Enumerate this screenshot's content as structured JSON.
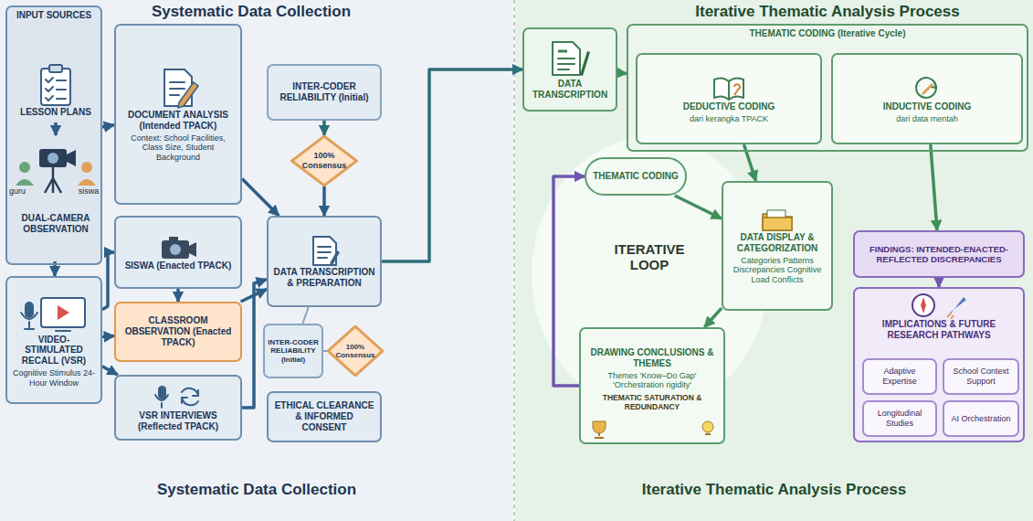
{
  "diagram": {
    "nodes": [
      {
        "text": [
          "INPUT SOURCES"
        ]
      },
      {
        "text": [
          "LESSON PLANS"
        ],
        "in": 0
      },
      {
        "text": [
          "DUAL-CAMERA OBSERVATION"
        ],
        "in": 0
      },
      {
        "text": [
          "VIDEO-STIMULATED RECALL (VSR)",
          "Cognitive Stimulus 24-Hour Window"
        ]
      },
      {
        "text": [
          "DOCUMENT ANALYSIS (Intended TPACK)",
          "Context: School Facilities, Class Size, Student Background"
        ]
      },
      {
        "text": [
          "SISWA (Enacted TPACK)"
        ]
      },
      {
        "text": [
          "CLASSROOM OBSERVATION (Enacted TPACK)"
        ]
      },
      {
        "text": [
          "VSR INTERVIEWS (Reflected TPACK)"
        ]
      },
      {
        "text": [
          "INTER-CODER RELIABILITY (Initial)"
        ]
      },
      {
        "text": [
          "100% Consensus"
        ]
      },
      {
        "text": [
          "DATA TRANSCRIPTION & PREPARATION"
        ]
      },
      {
        "text": [
          "INTER-CODER RELIABILITY (Initial)"
        ]
      },
      {
        "text": [
          "100% Consensus"
        ]
      },
      {
        "text": [
          "ETHICAL CLEARANCE & INFORMED CONSENT"
        ]
      },
      {
        "text": [
          "DATA TRANSCRIPTION"
        ]
      },
      {
        "text": [
          "THEMATIC CODING (Iterative Cycle)"
        ]
      },
      {
        "text": [
          "DEDUCTIVE CODING",
          "dari kerangka TPACK"
        ],
        "in": 15
      },
      {
        "text": [
          "INDUCTIVE CODING",
          "dari data mentah"
        ],
        "in": 15
      },
      {
        "text": [
          "THEMATIC CODING"
        ]
      },
      {
        "text": [
          "DATA DISPLAY & CATEGORIZATION",
          "Categories Patterns Discrepancies Cognitive Load Conflicts"
        ]
      },
      {
        "text": [
          "DRAWING CONCLUSIONS & THEMES",
          "Themes 'Know–Do Gap' 'Orchestration rigidity'",
          "THEMATIC SATURATION & REDUNDANCY"
        ]
      },
      {
        "text": [
          "FINDINGS: INTENDED-ENACTED-REFLECTED DISCREPANCIES"
        ]
      },
      {
        "text": [
          "IMPLICATIONS & FUTURE RESEARCH PATHWAYS"
        ]
      },
      {
        "text": [
          "Adaptive Expertise"
        ],
        "in": 22
      },
      {
        "text": [
          "School Context Support"
        ],
        "in": 22
      },
      {
        "text": [
          "Longitudinal Studies"
        ],
        "in": 22
      },
      {
        "text": [
          "AI Orchestration"
        ],
        "in": 22
      }
    ],
    "edges": [
      {
        "from": 0,
        "to": 4,
        "arrow": "to"
      },
      {
        "from": 1,
        "to": 2,
        "arrow": "to"
      },
      {
        "from": 2,
        "to": 3,
        "arrow": "to"
      },
      {
        "from": 3,
        "to": 5,
        "arrow": "to"
      },
      {
        "from": 3,
        "to": 6,
        "arrow": "to"
      },
      {
        "from": 3,
        "to": 7,
        "arrow": "to"
      },
      {
        "from": 5,
        "to": 6,
        "arrow": "to"
      },
      {
        "from": 4,
        "to": 10,
        "arrow": "to"
      },
      {
        "from": 6,
        "to": 10,
        "arrow": "to"
      },
      {
        "from": 7,
        "to": 10,
        "arrow": "to"
      },
      {
        "from": 8,
        "to": 9,
        "arrow": "to"
      },
      {
        "from": 9,
        "to": 10,
        "arrow": "to"
      },
      {
        "from": 10,
        "to": 11,
        "arrow": "none"
      },
      {
        "from": 11,
        "to": 12,
        "arrow": "none"
      },
      {
        "from": 10,
        "to": 14,
        "arrow": "to"
      },
      {
        "from": 14,
        "to": 15,
        "arrow": "to"
      },
      {
        "from": 16,
        "to": 19,
        "arrow": "to"
      },
      {
        "from": 17,
        "to": 21,
        "arrow": "to"
      },
      {
        "from": 18,
        "to": 19,
        "arrow": "to"
      },
      {
        "from": 19,
        "to": 20,
        "arrow": "to"
      },
      {
        "from": 20,
        "to": 18,
        "arrow": "to"
      },
      {
        "from": 21,
        "to": 22,
        "arrow": "to"
      }
    ],
    "labels": [
      "Systematic Data Collection",
      "Iterative Thematic Analysis Process",
      "guru",
      "siswa",
      "ITERATIVE LOOP",
      "Systematic Data Collection",
      "Iterative Thematic Analysis Process"
    ]
  }
}
